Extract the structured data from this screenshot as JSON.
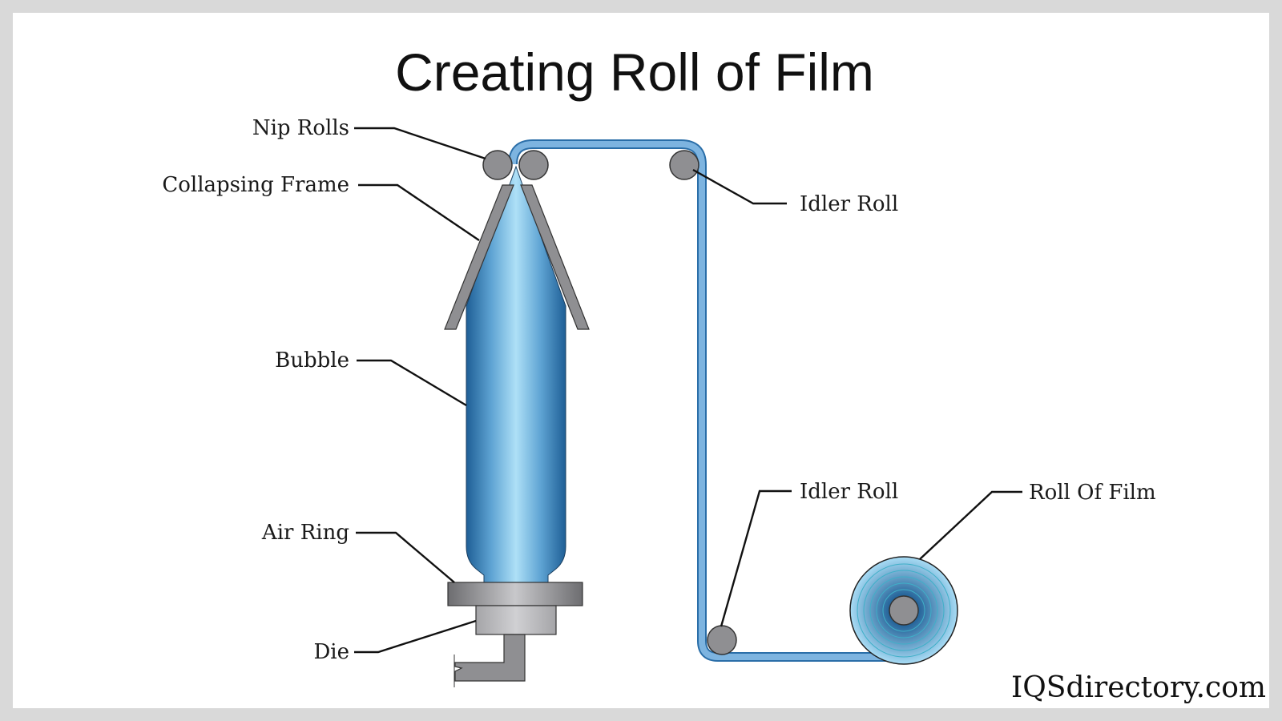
{
  "title": "Creating Roll of Film",
  "labels": {
    "nip_rolls": "Nip Rolls",
    "collapsing_frame": "Collapsing Frame",
    "bubble": "Bubble",
    "air_ring": "Air Ring",
    "die": "Die",
    "idler_roll_top": "Idler Roll",
    "idler_roll_bottom": "Idler Roll",
    "roll_of_film": "Roll Of Film"
  },
  "watermark": "IQSdirectory.com",
  "colors": {
    "background": "#d9d9d9",
    "film_dark": "#1f5f96",
    "film_light": "#a8dcf5",
    "roller_gray": "#8f8f92"
  }
}
